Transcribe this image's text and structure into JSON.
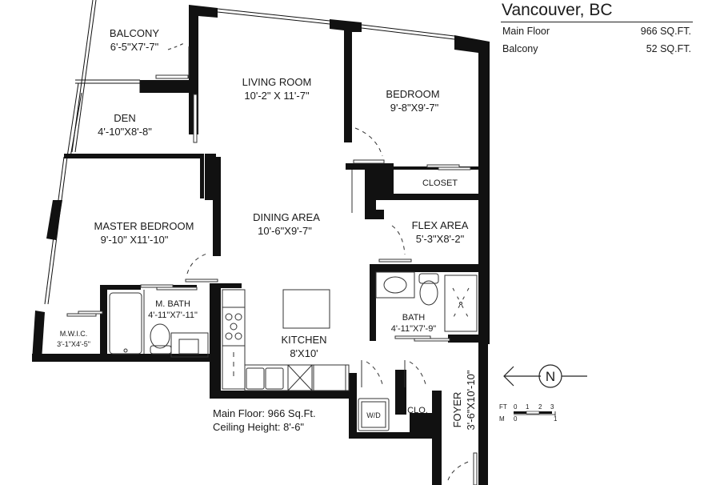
{
  "header": {
    "title": "Vancouver, BC",
    "areas": [
      {
        "label": "Main Floor",
        "value": "966 SQ.FT."
      },
      {
        "label": "Balcony",
        "value": "52 SQ.FT."
      }
    ]
  },
  "rooms": {
    "balcony": {
      "name": "BALCONY",
      "size": "6'-5\"X7'-7\""
    },
    "living_room": {
      "name": "LIVING ROOM",
      "size": "10'-2\" X 11'-7\""
    },
    "bedroom": {
      "name": "BEDROOM",
      "size": "9'-8\"X9'-7\""
    },
    "den": {
      "name": "DEN",
      "size": "4'-10\"X8'-8\""
    },
    "closet": {
      "name": "CLOSET"
    },
    "master_bedroom": {
      "name": "MASTER BEDROOM",
      "size": "9'-10\" X11'-10\""
    },
    "dining_area": {
      "name": "DINING AREA",
      "size": "10'-6\"X9'-7\""
    },
    "flex_area": {
      "name": "FLEX AREA",
      "size": "5'-3\"X8'-2\""
    },
    "bath": {
      "name": "BATH",
      "size": "4'-11\"X7'-9\""
    },
    "m_bath": {
      "name": "M. BATH",
      "size": "4'-11\"X7'-11\""
    },
    "mwic": {
      "name": "M.W.I.C.",
      "size": "3'-1\"X4'-5\""
    },
    "kitchen": {
      "name": "KITCHEN",
      "size": "8'X10'"
    },
    "wd": {
      "name": "W/D"
    },
    "clo": {
      "name": "CLO."
    },
    "foyer": {
      "name": "FOYER",
      "size": "3'-6\"X10'-10\""
    }
  },
  "notes": {
    "main_floor": "Main Floor: 966 Sq.Ft.",
    "ceiling_height": "Ceiling Height: 8'-6\""
  },
  "legend": {
    "north_label": "N",
    "scale_ft_label": "FT",
    "scale_ft_ticks": [
      "0",
      "1",
      "2",
      "3"
    ],
    "scale_m_label": "M",
    "scale_m_ticks": [
      "0",
      "1"
    ]
  }
}
